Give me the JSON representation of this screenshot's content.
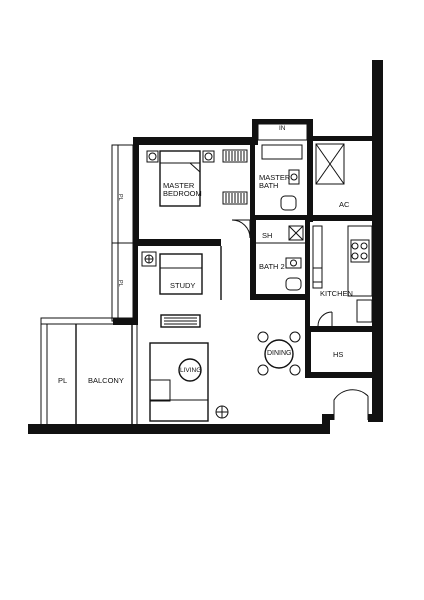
{
  "plan": {
    "rooms": {
      "master_bedroom": "MASTER\nBEDROOM",
      "master_bath": "MASTER\nBATH",
      "ac": "AC",
      "sh": "SH",
      "bath2": "BATH 2",
      "study": "STUDY",
      "kitchen": "KITCHEN",
      "dining": "DINING",
      "living": "LIVING",
      "hs": "HS",
      "balcony": "BALCONY",
      "pl_balcony": "PL",
      "pl_upper": "PL",
      "pl_lower": "PL"
    }
  }
}
